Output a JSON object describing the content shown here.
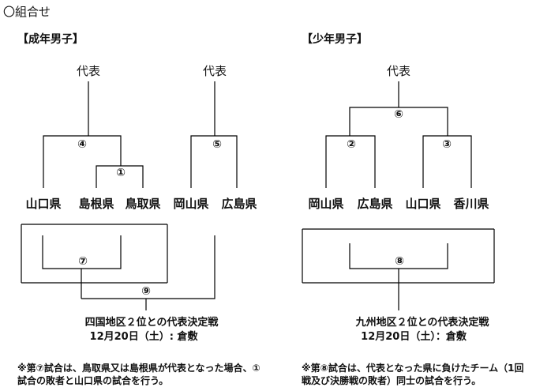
{
  "page_title": "〇組合せ",
  "adult": {
    "heading": "【成年男子】",
    "rep_left": "代表",
    "rep_right": "代表",
    "prefs": [
      "山口県",
      "島根県",
      "鳥取県",
      "岡山県",
      "広島県"
    ],
    "m1": "①",
    "m4": "④",
    "m5": "⑤",
    "m7": "⑦",
    "m9": "⑨",
    "playoff_title": "四国地区２位との代表決定戦",
    "playoff_date": "12月20日（土）: 倉敷",
    "note": "※第⑦試合は、鳥取県又は島根県が代表となった場合、①試合の敗者と山口県の試合を行う。"
  },
  "youth": {
    "heading": "【少年男子】",
    "rep": "代表",
    "prefs": [
      "岡山県",
      "広島県",
      "山口県",
      "香川県"
    ],
    "m2": "②",
    "m3": "③",
    "m6": "⑥",
    "m8": "⑧",
    "playoff_title": "九州地区２位との代表決定戦",
    "playoff_date": "12月20日（土）：倉敷",
    "note": "※第⑧試合は、代表となった県に負けたチーム（1回戦及び決勝戦の敗者）同士の試合を行う。"
  }
}
